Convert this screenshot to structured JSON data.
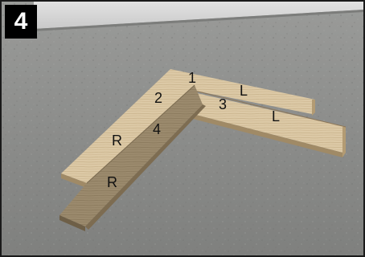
{
  "step_number": "4",
  "plank_labels": {
    "plank_1": "1",
    "plank_2": "2",
    "plank_3": "3",
    "plank_4": "4",
    "left_upper": "L",
    "left_lower": "L",
    "right_upper": "R",
    "right_lower": "R"
  },
  "colors": {
    "concrete": "#8e8f8d",
    "wood_light": "#dcc9a6",
    "wood_side": "#a08a66",
    "wood_dark": "#8b7a5f"
  }
}
